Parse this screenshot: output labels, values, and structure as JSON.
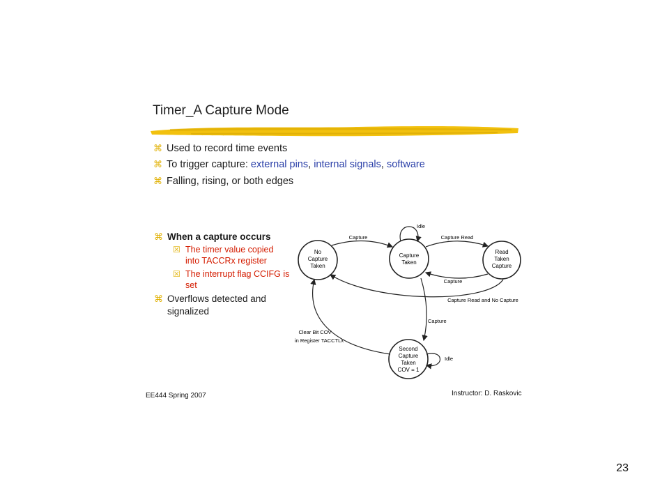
{
  "slide": {
    "title": "Timer_A Capture Mode",
    "bullets": [
      {
        "text": "Used to record time events"
      },
      {
        "prefix": "To trigger capture: ",
        "link1": "external pins",
        "sep1": ", ",
        "link2": "internal signals",
        "sep2": ", ",
        "link3": "software"
      },
      {
        "text": "Falling, rising, or both edges"
      }
    ],
    "capture_heading": "When a capture occurs",
    "sub_bullets": [
      {
        "line1": "The timer value copied",
        "line2": "into TACCRx register"
      },
      {
        "line1": "The interrupt flag CCIFG is",
        "line2": "set"
      }
    ],
    "overflow": {
      "line1": "Overflows detected and",
      "line2": "signalized"
    },
    "footer_left": "EE444 Spring 2007",
    "footer_right": "Instructor: D. Raskovic",
    "page_number": "23"
  },
  "diagram": {
    "states": {
      "no_capture": [
        "No",
        "Capture",
        "Taken"
      ],
      "capture_taken": [
        "Capture",
        "Taken"
      ],
      "read_taken": [
        "Read",
        "Taken",
        "Capture"
      ],
      "second_capture": [
        "Second",
        "Capture",
        "Taken",
        "COV = 1"
      ]
    },
    "edges": {
      "capture_1": "Capture",
      "idle_top": "Idle",
      "capture_read": "Capture Read",
      "capture_back": "Capture",
      "capture_read_no_capture": "Capture Read and No Capture",
      "capture_down": "Capture",
      "clear_bit_1": "Clear Bit COV",
      "clear_bit_2": "in Register TACCTLx",
      "idle_bottom": "Idle"
    }
  },
  "colors": {
    "bullet_mark": "#e0b000",
    "blue": "#2a3fa8",
    "red": "#d41c00",
    "brush": "#f2c10e"
  }
}
